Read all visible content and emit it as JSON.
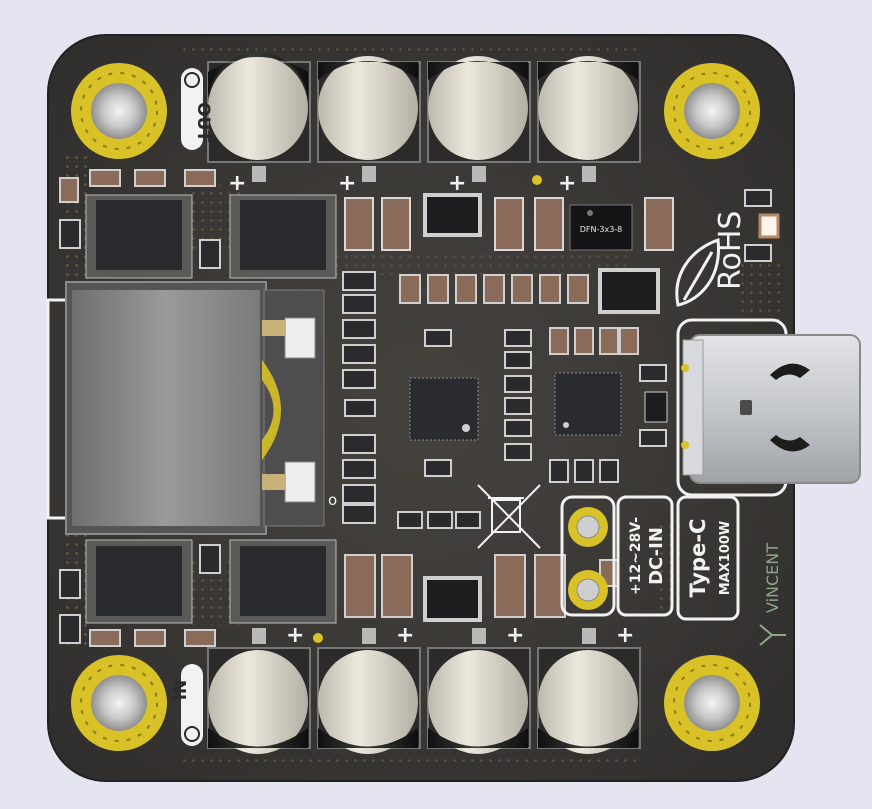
{
  "board": {
    "labels": {
      "out": "OUT",
      "out_marker": "O",
      "in": "IN",
      "in_marker": "O",
      "rohs": "RoHS",
      "chip": "DFN-3x3-8",
      "voltage": "+12~28V-",
      "dc_in": "DC-IN",
      "type_c": "Type-C",
      "max_power": "MAX100W",
      "brand": "ViNCENT",
      "plus": "+",
      "dot": "o"
    },
    "colors": {
      "background": "#e4e5f1",
      "pcb": "#3a3836",
      "silkscreen": "#f2f2f2",
      "gold": "#d8c227",
      "capacitor_cap": "#e2ded2",
      "capacitor_body": "#1c1c1c",
      "component_tan": "#8a6a58",
      "ic_body": "#2a2b2f",
      "usb_shell": "#c9ccd0"
    },
    "icons": [
      "leaf-icon",
      "crossed-bin-icon"
    ]
  }
}
